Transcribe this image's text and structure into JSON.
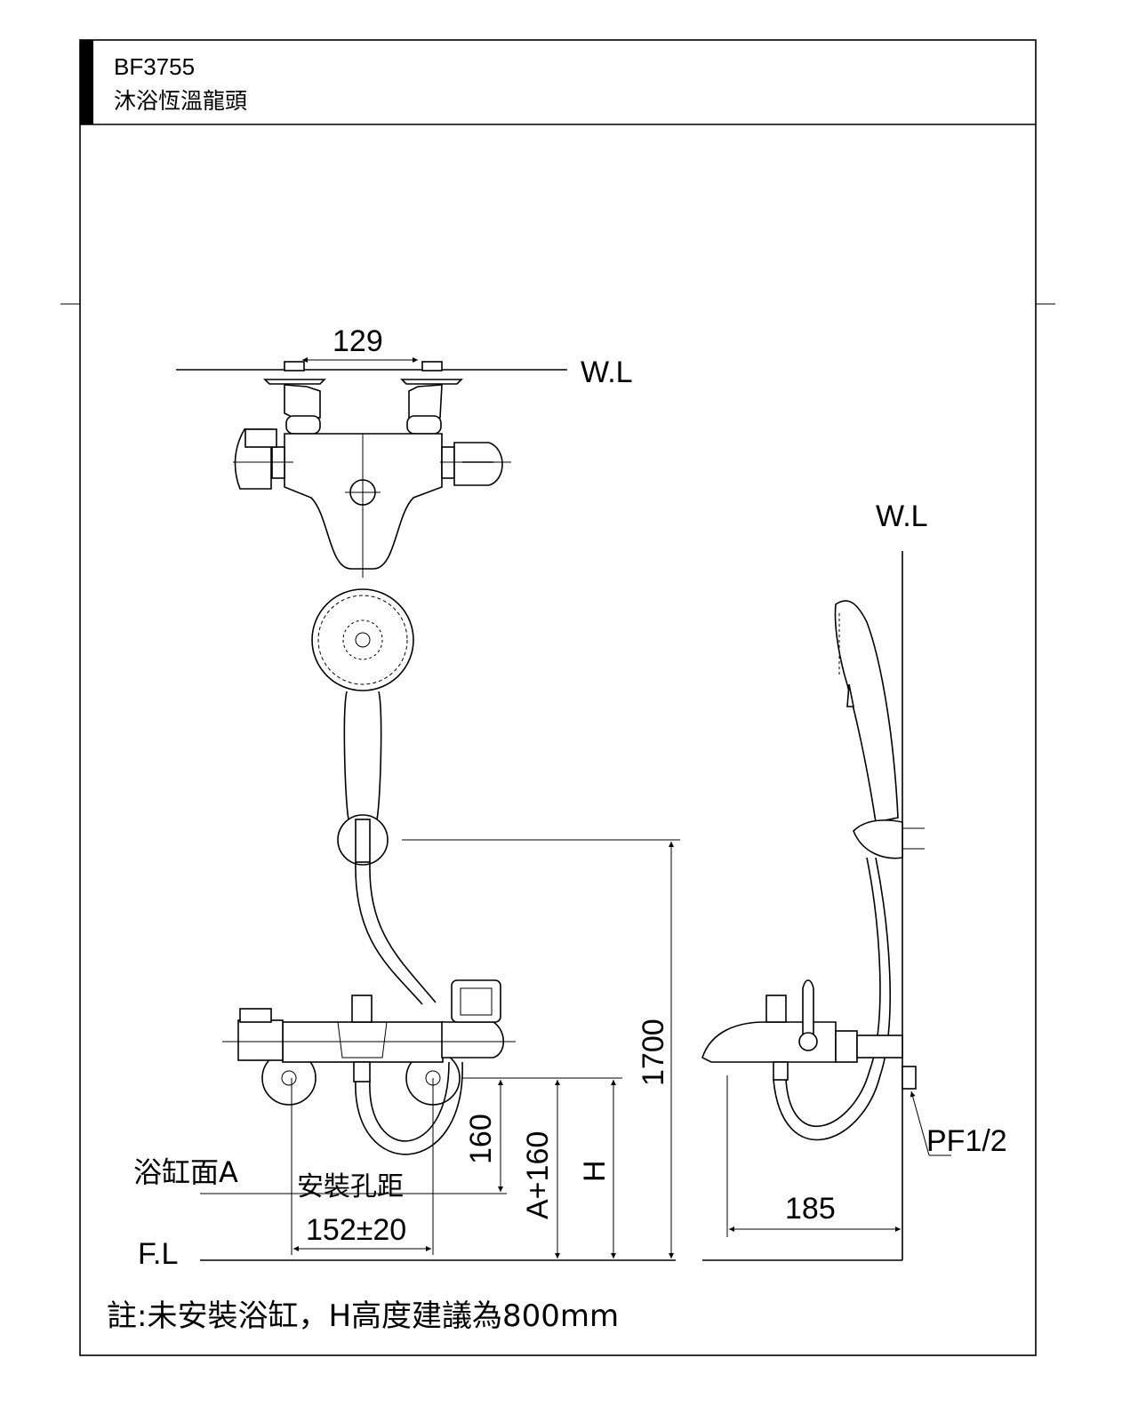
{
  "header": {
    "model": "BF3755",
    "product_name": "沐浴恆溫龍頭"
  },
  "top_view": {
    "inlet_spacing": "129",
    "water_line_label": "W.L"
  },
  "front_view": {
    "dim_total_height": "1700",
    "dim_a_plus": "A+160",
    "dim_h": "H",
    "dim_160": "160",
    "tub_surface_label": "浴缸面A",
    "hole_spacing_label": "安裝孔距",
    "hole_spacing_value": "152±20",
    "floor_line_label": "F.L"
  },
  "side_view": {
    "water_line_label": "W.L",
    "projection": "185",
    "thread_label": "PF1/2"
  },
  "note": "註:未安裝浴缸，H高度建議為800mm"
}
